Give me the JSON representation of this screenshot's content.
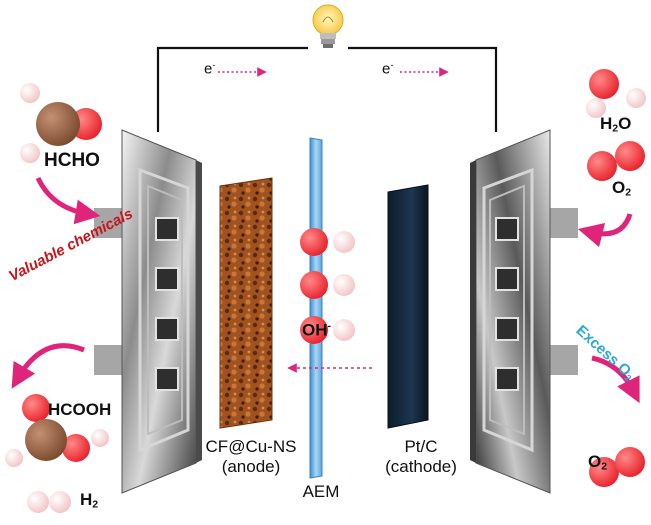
{
  "electrons": {
    "left": {
      "base": "e",
      "sup": "-"
    },
    "right": {
      "base": "e",
      "sup": "-"
    }
  },
  "anode_side": {
    "reactant": "HCHO",
    "side_arrow_label": "Valuable chemicals",
    "product_1": "HCOOH",
    "product_2": {
      "base": "H",
      "sub": "2"
    }
  },
  "cathode_side": {
    "water": {
      "base": "H",
      "sub": "2",
      "tail": "O"
    },
    "oxygen_in": {
      "base": "O",
      "sub": "2"
    },
    "excess_label": {
      "base": "Excess O",
      "sub": "2"
    },
    "oxygen_out": {
      "base": "O",
      "sub": "2"
    }
  },
  "membrane": {
    "ion": {
      "base": "OH",
      "sup": "-"
    },
    "label": "AEM"
  },
  "anode": {
    "name": "CF@Cu-NS",
    "role": "(anode)"
  },
  "cathode": {
    "name": "Pt/C",
    "role": "(cathode)"
  },
  "colors": {
    "oxygen_atom": "#e8202a",
    "hydrogen_atom": "#f2c4c6",
    "carbon_atom": "#8a5a3c",
    "arrow_magenta": "#e0247a",
    "excess_label": "#2aa8d8",
    "membrane_blue": "#6fb6e6",
    "anode_copper": "#a0531f"
  }
}
